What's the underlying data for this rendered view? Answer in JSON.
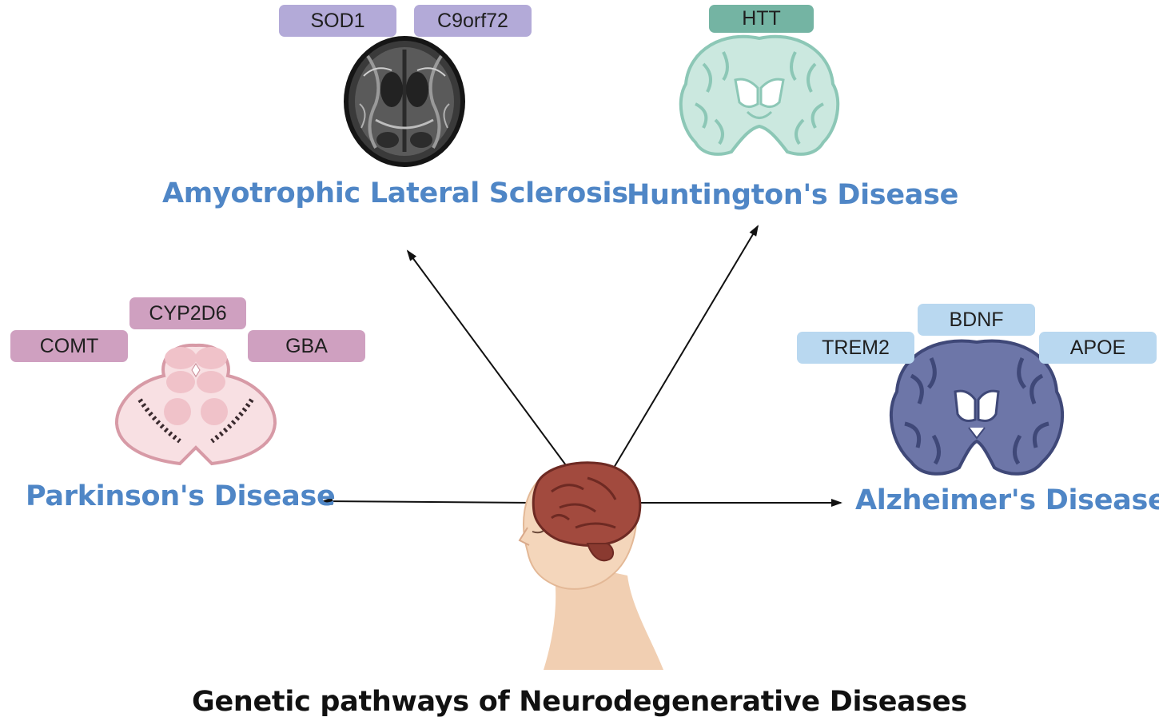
{
  "diseases": {
    "als": {
      "label": "Amyotrophic Lateral Sclerosis",
      "genes": [
        "SOD1",
        "C9orf72"
      ]
    },
    "hd": {
      "label": "Huntington's Disease",
      "genes": [
        "HTT"
      ]
    },
    "pd": {
      "label": "Parkinson's Disease",
      "genes": [
        "CYP2D6",
        "COMT",
        "GBA"
      ]
    },
    "ad": {
      "label": "Alzheimer's Disease",
      "genes": [
        "BDNF",
        "TREM2",
        "APOE"
      ]
    }
  },
  "caption": "Genetic pathways of Neurodegenerative Diseases",
  "colors": {
    "als_gene": "#b3aad8",
    "hd_gene": "#74b4a3",
    "pd_gene": "#cfa0c0",
    "ad_gene": "#b9d8f0",
    "label_blue": "#4f86c6"
  },
  "icons": {
    "center": "human-head-brain-icon",
    "als": "mri-brain-scan-icon",
    "hd": "coronal-brain-section-icon",
    "pd": "midbrain-section-icon",
    "ad": "atrophied-brain-section-icon"
  }
}
